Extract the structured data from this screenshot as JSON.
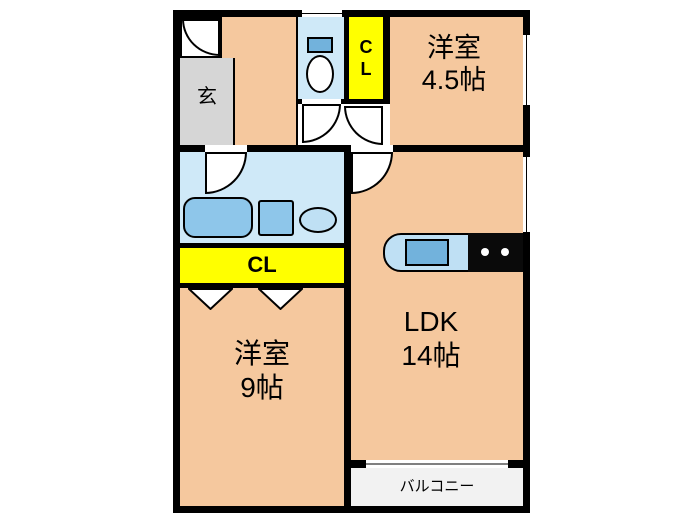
{
  "plan": {
    "colors": {
      "room": "#f5c89e",
      "wet_area": "#cfe9f8",
      "closet": "#ffff00",
      "entrance_floor": "#d6d6d6",
      "fixture_blue": "#8ec6ea",
      "fixture_deep_blue": "#72b2dc",
      "counter_blue": "#bfe0f4",
      "stove_black": "#0a0a0a",
      "balcony_floor": "#f2f2f2",
      "wall": "#000000"
    },
    "rooms": {
      "entrance": {
        "label": "玄"
      },
      "closet_upper": {
        "line1": "C",
        "line2": "L"
      },
      "western_room_small": {
        "name": "洋室",
        "size": "4.5帖"
      },
      "closet_middle": {
        "label": "CL"
      },
      "western_room_large": {
        "name": "洋室",
        "size": "9帖"
      },
      "ldk": {
        "name": "LDK",
        "size": "14帖"
      },
      "balcony": {
        "label": "バルコニー"
      }
    }
  }
}
